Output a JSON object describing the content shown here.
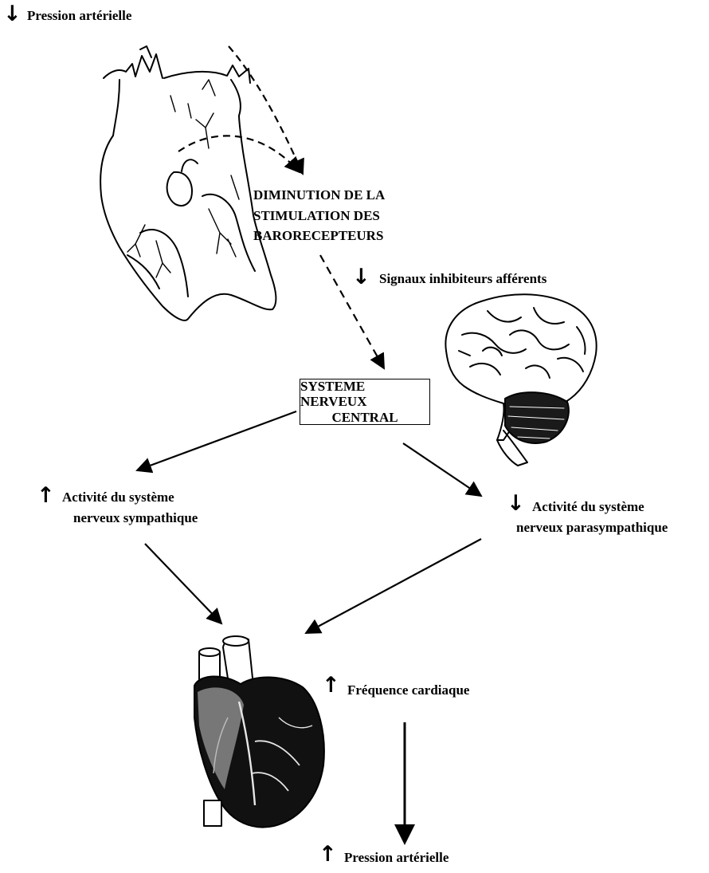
{
  "labels": {
    "top_arrow": "↓",
    "top": "Pression artérielle",
    "barorecepteurs_line1": "DIMINUTION DE LA",
    "barorecepteurs_line2": "STIMULATION  DES",
    "barorecepteurs_line3": "BARORECEPTEURS",
    "signaux_arrow": "↓",
    "signaux": "Signaux inhibiteurs afférents",
    "snc_line1": "SYSTEME NERVEUX",
    "snc_line2": "CENTRAL",
    "sympathique_arrow": "↑",
    "sympathique_line1": "Activité du système",
    "sympathique_line2": "nerveux sympathique",
    "parasympathique_arrow": "↓",
    "parasympathique_line1": "Activité du système",
    "parasympathique_line2": "nerveux   parasympathique",
    "frequence_arrow": "↑",
    "frequence": "Fréquence cardiaque",
    "bottom_arrow": "↑",
    "bottom": "Pression artérielle"
  },
  "illustrations": [
    "heart-outline-drawing",
    "brain-drawing",
    "heart-shaded-drawing"
  ]
}
